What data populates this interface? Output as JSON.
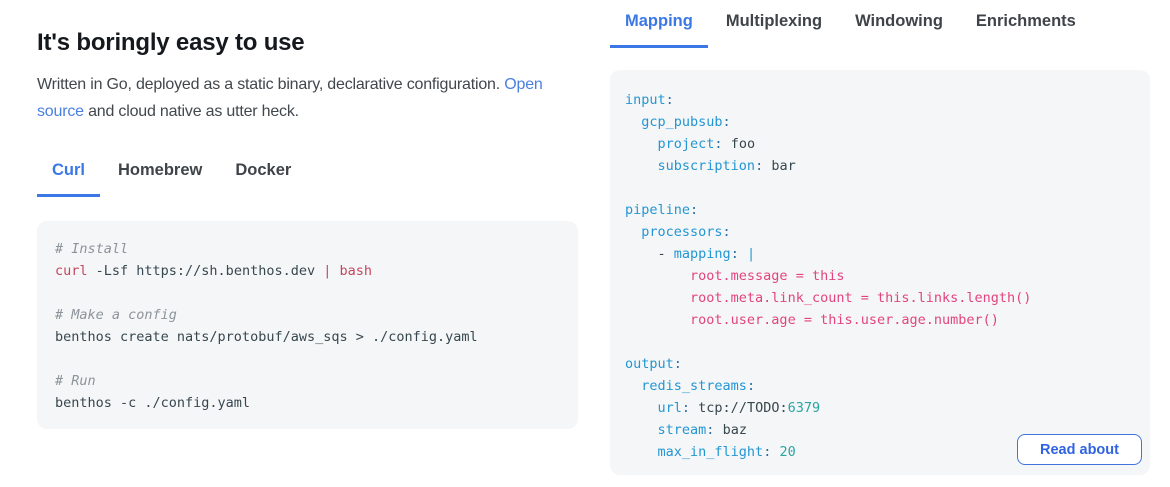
{
  "left": {
    "heading": "It's boringly easy to use",
    "paragraph": {
      "before_link": "Written in Go, deployed as a static binary, declarative configuration. ",
      "link": "Open source",
      "after_link": " and cloud native as utter heck."
    },
    "tabs": [
      {
        "label": "Curl",
        "active": true
      },
      {
        "label": "Homebrew",
        "active": false
      },
      {
        "label": "Docker",
        "active": false
      }
    ],
    "code": [
      [
        [
          "c",
          "# Install"
        ]
      ],
      [
        [
          "r",
          "curl"
        ],
        [
          "p",
          " -Lsf https://sh.benthos.dev "
        ],
        [
          "r",
          "|"
        ],
        [
          "p",
          " "
        ],
        [
          "r",
          "bash"
        ]
      ],
      [],
      [
        [
          "c",
          "# Make a config"
        ]
      ],
      [
        [
          "p",
          "benthos create nats/protobuf/aws_sqs > ./config.yaml"
        ]
      ],
      [],
      [
        [
          "c",
          "# Run"
        ]
      ],
      [
        [
          "p",
          "benthos -c ./config.yaml"
        ]
      ]
    ]
  },
  "right": {
    "tabs": [
      {
        "label": "Mapping",
        "active": true
      },
      {
        "label": "Multiplexing",
        "active": false
      },
      {
        "label": "Windowing",
        "active": false
      },
      {
        "label": "Enrichments",
        "active": false
      }
    ],
    "code": [
      [
        [
          "k",
          "input"
        ],
        [
          "pu",
          ":"
        ]
      ],
      [
        [
          "p",
          "  "
        ],
        [
          "k",
          "gcp_pubsub"
        ],
        [
          "pu",
          ":"
        ]
      ],
      [
        [
          "p",
          "    "
        ],
        [
          "k",
          "project"
        ],
        [
          "pu",
          ":"
        ],
        [
          "p",
          " foo"
        ]
      ],
      [
        [
          "p",
          "    "
        ],
        [
          "k",
          "subscription"
        ],
        [
          "pu",
          ":"
        ],
        [
          "p",
          " bar"
        ]
      ],
      [],
      [
        [
          "k",
          "pipeline"
        ],
        [
          "pu",
          ":"
        ]
      ],
      [
        [
          "p",
          "  "
        ],
        [
          "k",
          "processors"
        ],
        [
          "pu",
          ":"
        ]
      ],
      [
        [
          "p",
          "    - "
        ],
        [
          "k",
          "mapping"
        ],
        [
          "pu",
          ":"
        ],
        [
          "p",
          " "
        ],
        [
          "k",
          "|"
        ]
      ],
      [
        [
          "p",
          "        "
        ],
        [
          "pk",
          "root.message = this"
        ]
      ],
      [
        [
          "p",
          "        "
        ],
        [
          "pk",
          "root.meta.link_count = this.links.length()"
        ]
      ],
      [
        [
          "p",
          "        "
        ],
        [
          "pk",
          "root.user.age = this.user.age.number()"
        ]
      ],
      [],
      [
        [
          "k",
          "output"
        ],
        [
          "pu",
          ":"
        ]
      ],
      [
        [
          "p",
          "  "
        ],
        [
          "k",
          "redis_streams"
        ],
        [
          "pu",
          ":"
        ]
      ],
      [
        [
          "p",
          "    "
        ],
        [
          "k",
          "url"
        ],
        [
          "pu",
          ":"
        ],
        [
          "p",
          " tcp://TODO:"
        ],
        [
          "n",
          "6379"
        ]
      ],
      [
        [
          "p",
          "    "
        ],
        [
          "k",
          "stream"
        ],
        [
          "pu",
          ":"
        ],
        [
          "p",
          " baz"
        ]
      ],
      [
        [
          "p",
          "    "
        ],
        [
          "k",
          "max_in_flight"
        ],
        [
          "pu",
          ":"
        ],
        [
          "p",
          " "
        ],
        [
          "n",
          "20"
        ]
      ]
    ],
    "read_about_label": "Read about"
  },
  "colors": {
    "accent_blue": "#3b78e5",
    "link_blue": "#4a80e0",
    "panel_background": "#f5f6f7",
    "yaml_key_blue": "#2396d3",
    "bloblang_pink": "#e2457d",
    "shell_crimson": "#c6455e",
    "number_teal": "#2aa5a2",
    "comment_gray": "#8c939b",
    "code_plain": "#37474f"
  }
}
